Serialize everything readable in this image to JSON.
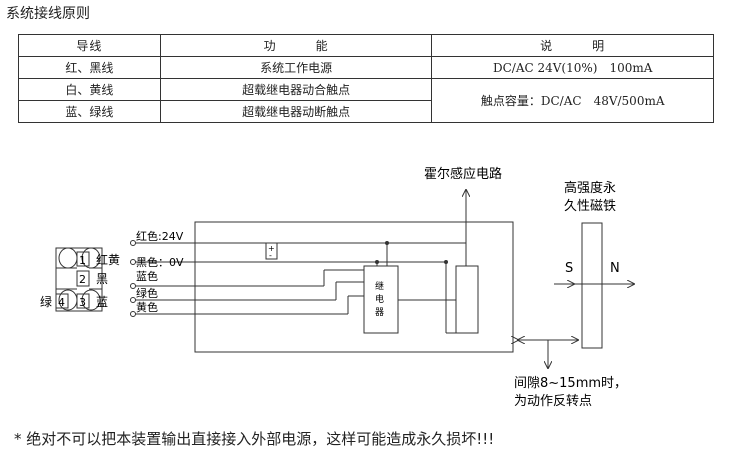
{
  "title": "系统接线原则",
  "table": {
    "headers": [
      "导线",
      "功　　　能",
      "说　　　明"
    ],
    "rows": [
      [
        "红、黑线",
        "系统工作电源",
        "DC/AC 24V(10%)　100mA"
      ],
      [
        "白、黄线",
        "超载继电器动合触点",
        "触点容量：DC/AC　48V/500mA"
      ],
      [
        "蓝、绿线",
        "超载继电器动断触点",
        ""
      ]
    ]
  },
  "diagram": {
    "hall_label": "霍尔感应电路",
    "magnet_label_1": "高强度永",
    "magnet_label_2": "久性磁铁",
    "pole_s": "S",
    "pole_n": "N",
    "gap_note_1": "间隙8~15mm时，",
    "gap_note_2": "为动作反转点",
    "relay_chars": [
      "继",
      "电",
      "器"
    ],
    "wire_red": "红色:24V",
    "wire_black": "黑色：0V",
    "wire_blue": "蓝色",
    "wire_green": "绿色",
    "wire_yellow": "黄色",
    "plus": "+",
    "minus": "-",
    "pins": [
      "1",
      "2",
      "4",
      "3"
    ],
    "pin_label_1": "红黄",
    "pin_label_2": "黑",
    "pin_label_3": "蓝",
    "pin_label_4": "绿"
  },
  "warning": "* 绝对不可以把本装置输出直接接入外部电源，这样可能造成永久损坏!!!"
}
